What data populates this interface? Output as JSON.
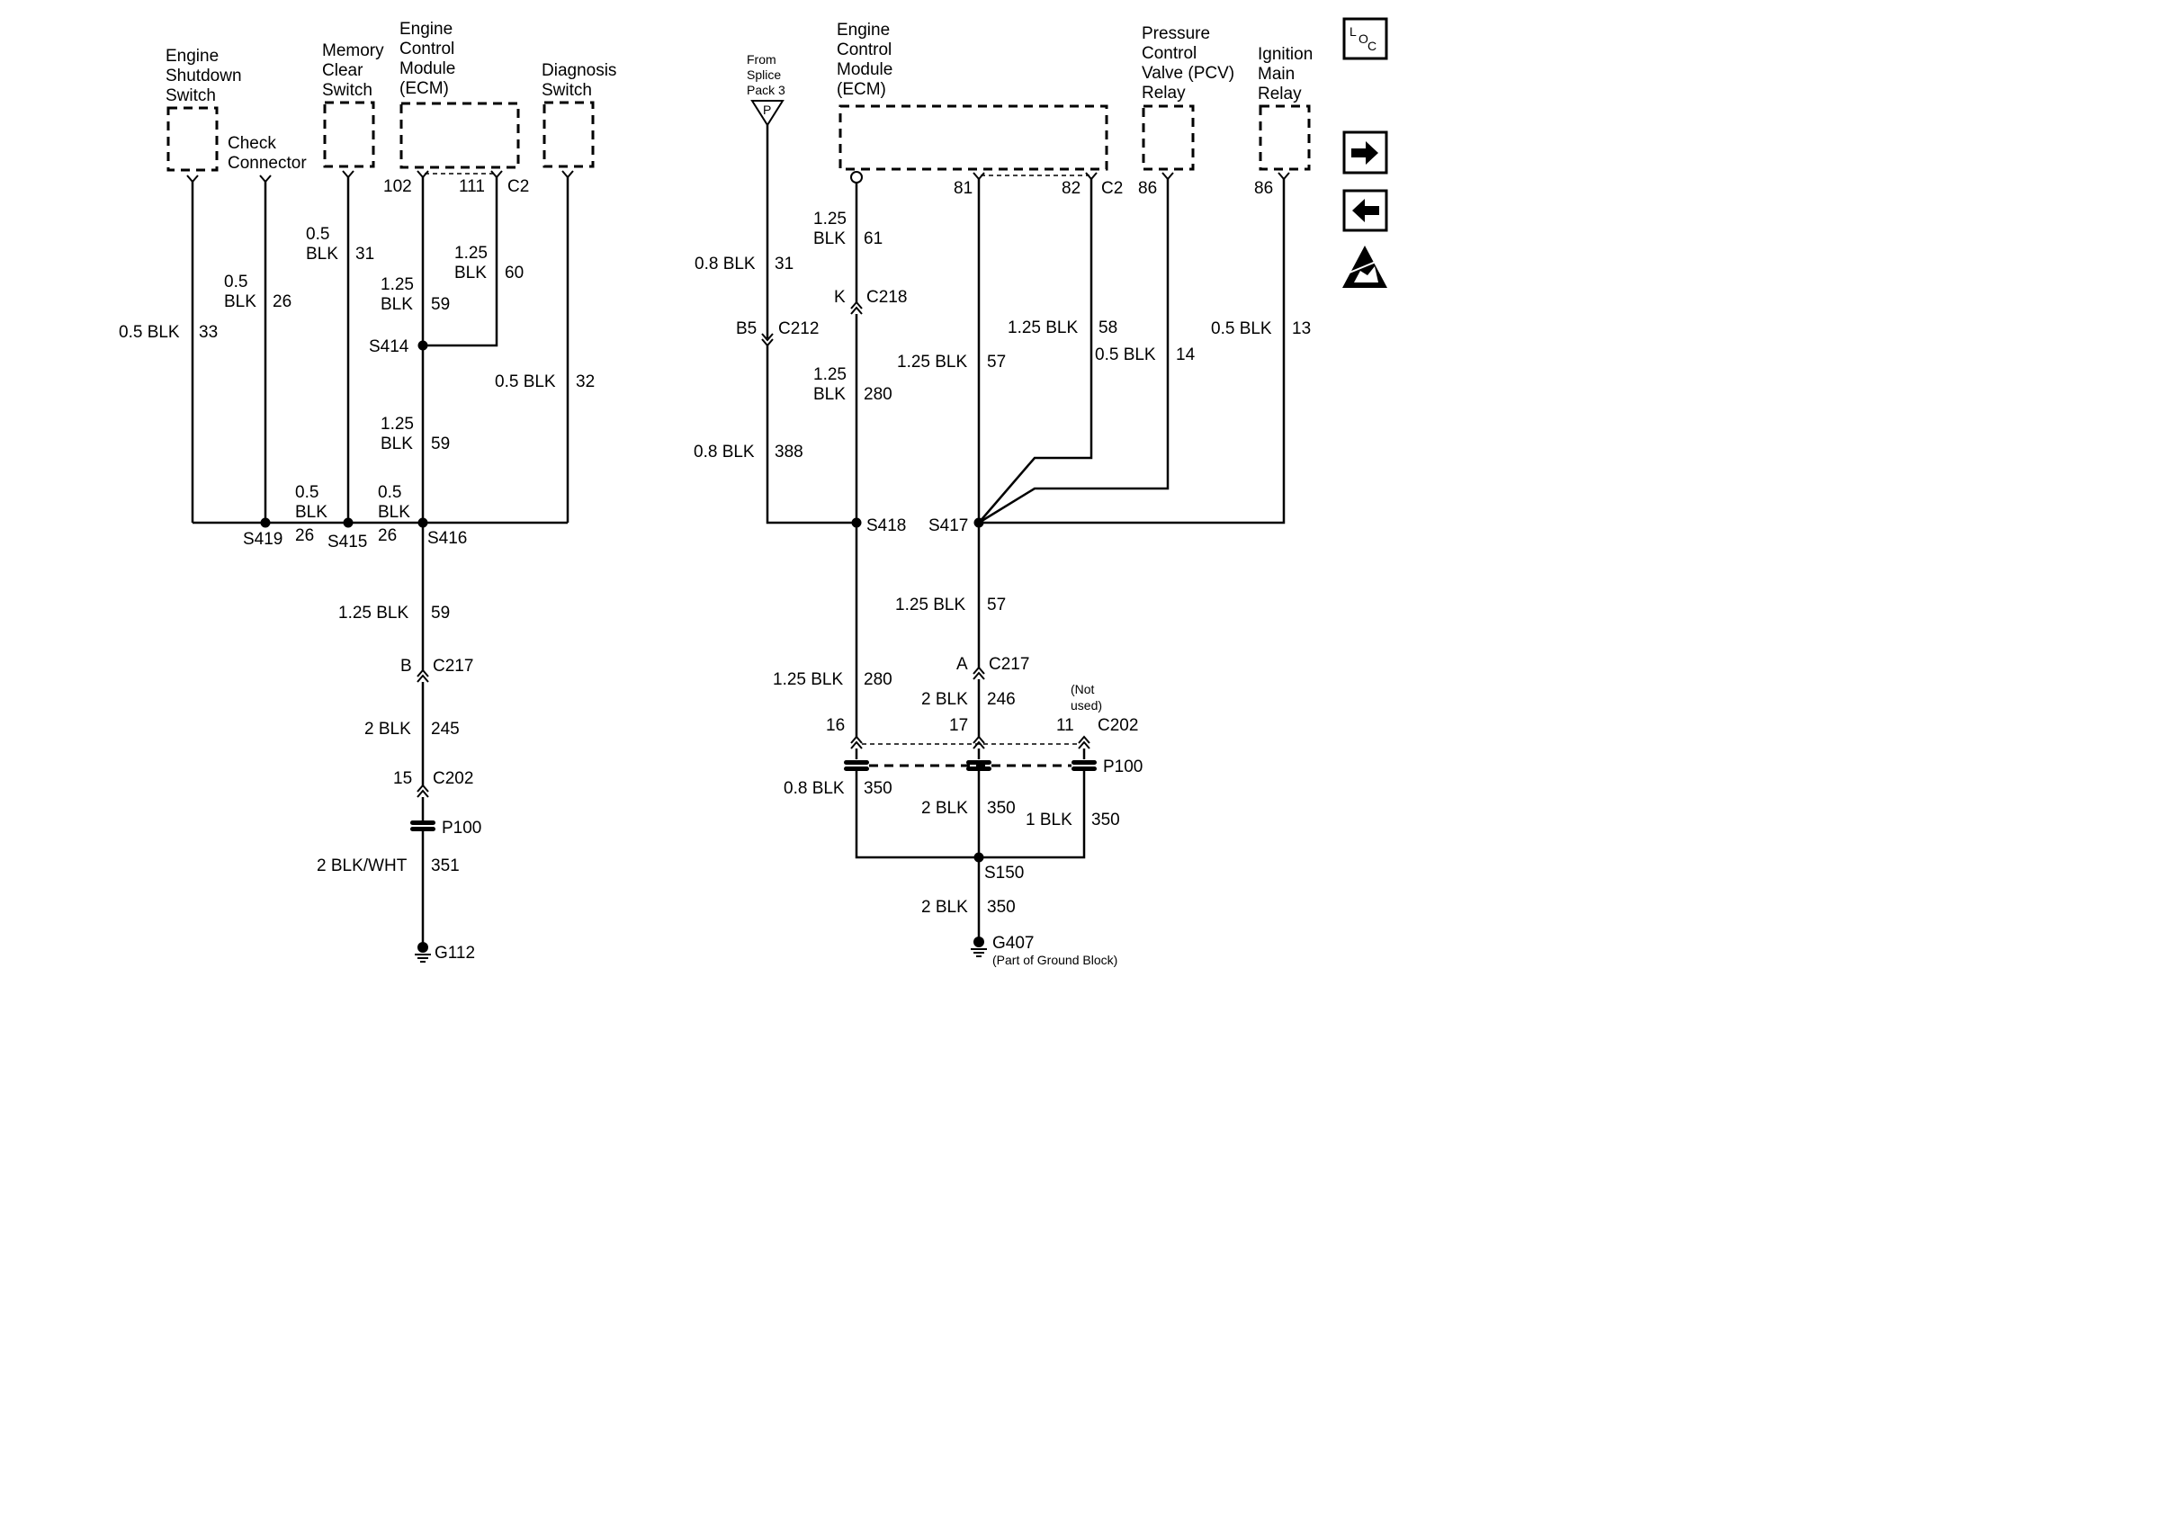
{
  "components": {
    "engine_shutdown_switch": [
      "Engine",
      "Shutdown",
      "Switch"
    ],
    "check_connector": [
      "Check",
      "Connector"
    ],
    "memory_clear_switch": [
      "Memory",
      "Clear",
      "Switch"
    ],
    "ecm_left": [
      "Engine",
      "Control",
      "Module",
      "(ECM)"
    ],
    "diagnosis_switch": [
      "Diagnosis",
      "Switch"
    ],
    "ecm_right": [
      "Engine",
      "Control",
      "Module",
      "(ECM)"
    ],
    "from_splice_pack": [
      "From",
      "Splice",
      "Pack 3"
    ],
    "splice_pack_letter": "P",
    "pcv_relay": [
      "Pressure",
      "Control",
      "Valve (PCV)",
      "Relay"
    ],
    "ignition_main_relay": [
      "Ignition",
      "Main",
      "Relay"
    ],
    "not_used": [
      "(Not",
      "used)"
    ]
  },
  "pins": {
    "ecm_left_102": "102",
    "ecm_left_111": "111",
    "ecm_left_conn": "C2",
    "ecm_right_81": "81",
    "ecm_right_82": "82",
    "ecm_right_conn": "C2",
    "pcv_86": "86",
    "ign_86": "86"
  },
  "wires": {
    "w33": {
      "size": "0.5 BLK",
      "circuit": "33"
    },
    "w26_top": {
      "size": [
        "0.5",
        "BLK"
      ],
      "circuit": "26"
    },
    "w31_left": {
      "size": [
        "0.5",
        "BLK"
      ],
      "circuit": "31"
    },
    "w59_upper": {
      "size": [
        "1.25",
        "BLK"
      ],
      "circuit": "59"
    },
    "w60": {
      "size": [
        "1.25",
        "BLK"
      ],
      "circuit": "60"
    },
    "w59_mid": {
      "size": [
        "1.25",
        "BLK"
      ],
      "circuit": "59"
    },
    "w32": {
      "size": "0.5 BLK",
      "circuit": "32"
    },
    "w26_a": {
      "size": [
        "0.5",
        "BLK"
      ],
      "circuit": "26"
    },
    "w26_b": {
      "size": [
        "0.5",
        "BLK"
      ],
      "circuit": "26"
    },
    "w59_lower": {
      "size": "1.25 BLK",
      "circuit": "59"
    },
    "w245": {
      "size": "2 BLK",
      "circuit": "245"
    },
    "w351": {
      "size": "2 BLK/WHT",
      "circuit": "351"
    },
    "w31_right": {
      "size": "0.8 BLK",
      "circuit": "31"
    },
    "w388": {
      "size": "0.8 BLK",
      "circuit": "388"
    },
    "w61": {
      "size": [
        "1.25",
        "BLK"
      ],
      "circuit": "61"
    },
    "w280_upper": {
      "size": [
        "1.25",
        "BLK"
      ],
      "circuit": "280"
    },
    "w57_upper": {
      "size": "1.25 BLK",
      "circuit": "57"
    },
    "w58": {
      "size": "1.25 BLK",
      "circuit": "58"
    },
    "w14": {
      "size": "0.5 BLK",
      "circuit": "14"
    },
    "w13": {
      "size": "0.5 BLK",
      "circuit": "13"
    },
    "w280_lower": {
      "size": "1.25 BLK",
      "circuit": "280"
    },
    "w57_lower": {
      "size": "1.25 BLK",
      "circuit": "57"
    },
    "w246": {
      "size": "2 BLK",
      "circuit": "246"
    },
    "w350_a": {
      "size": "0.8 BLK",
      "circuit": "350"
    },
    "w350_b": {
      "size": "2 BLK",
      "circuit": "350"
    },
    "w350_c": {
      "size": "1 BLK",
      "circuit": "350"
    },
    "w350_d": {
      "size": "2 BLK",
      "circuit": "350"
    }
  },
  "splices": {
    "s414": "S414",
    "s419": "S419",
    "s415": "S415",
    "s416": "S416",
    "s418": "S418",
    "s417": "S417",
    "s150": "S150"
  },
  "connectors": {
    "c217_left": {
      "pin": "B",
      "name": "C217"
    },
    "c202_left": {
      "pin": "15",
      "name": "C202"
    },
    "p100_left": "P100",
    "c218": {
      "pin": "K",
      "name": "C218"
    },
    "c212": {
      "pin": "B5",
      "name": "C212"
    },
    "c217_right": {
      "pin": "A",
      "name": "C217"
    },
    "c202_right": {
      "pins": [
        "16",
        "17",
        "11"
      ],
      "name": "C202"
    },
    "p100_right": "P100"
  },
  "grounds": {
    "g112": "G112",
    "g407": "G407",
    "g407_note": "(Part of Ground Block)"
  },
  "side_buttons": {
    "loc_icon": [
      "L",
      "O",
      "C"
    ],
    "next_icon": "right-arrow",
    "prev_icon": "left-arrow",
    "esd_icon": "esd-warning"
  }
}
